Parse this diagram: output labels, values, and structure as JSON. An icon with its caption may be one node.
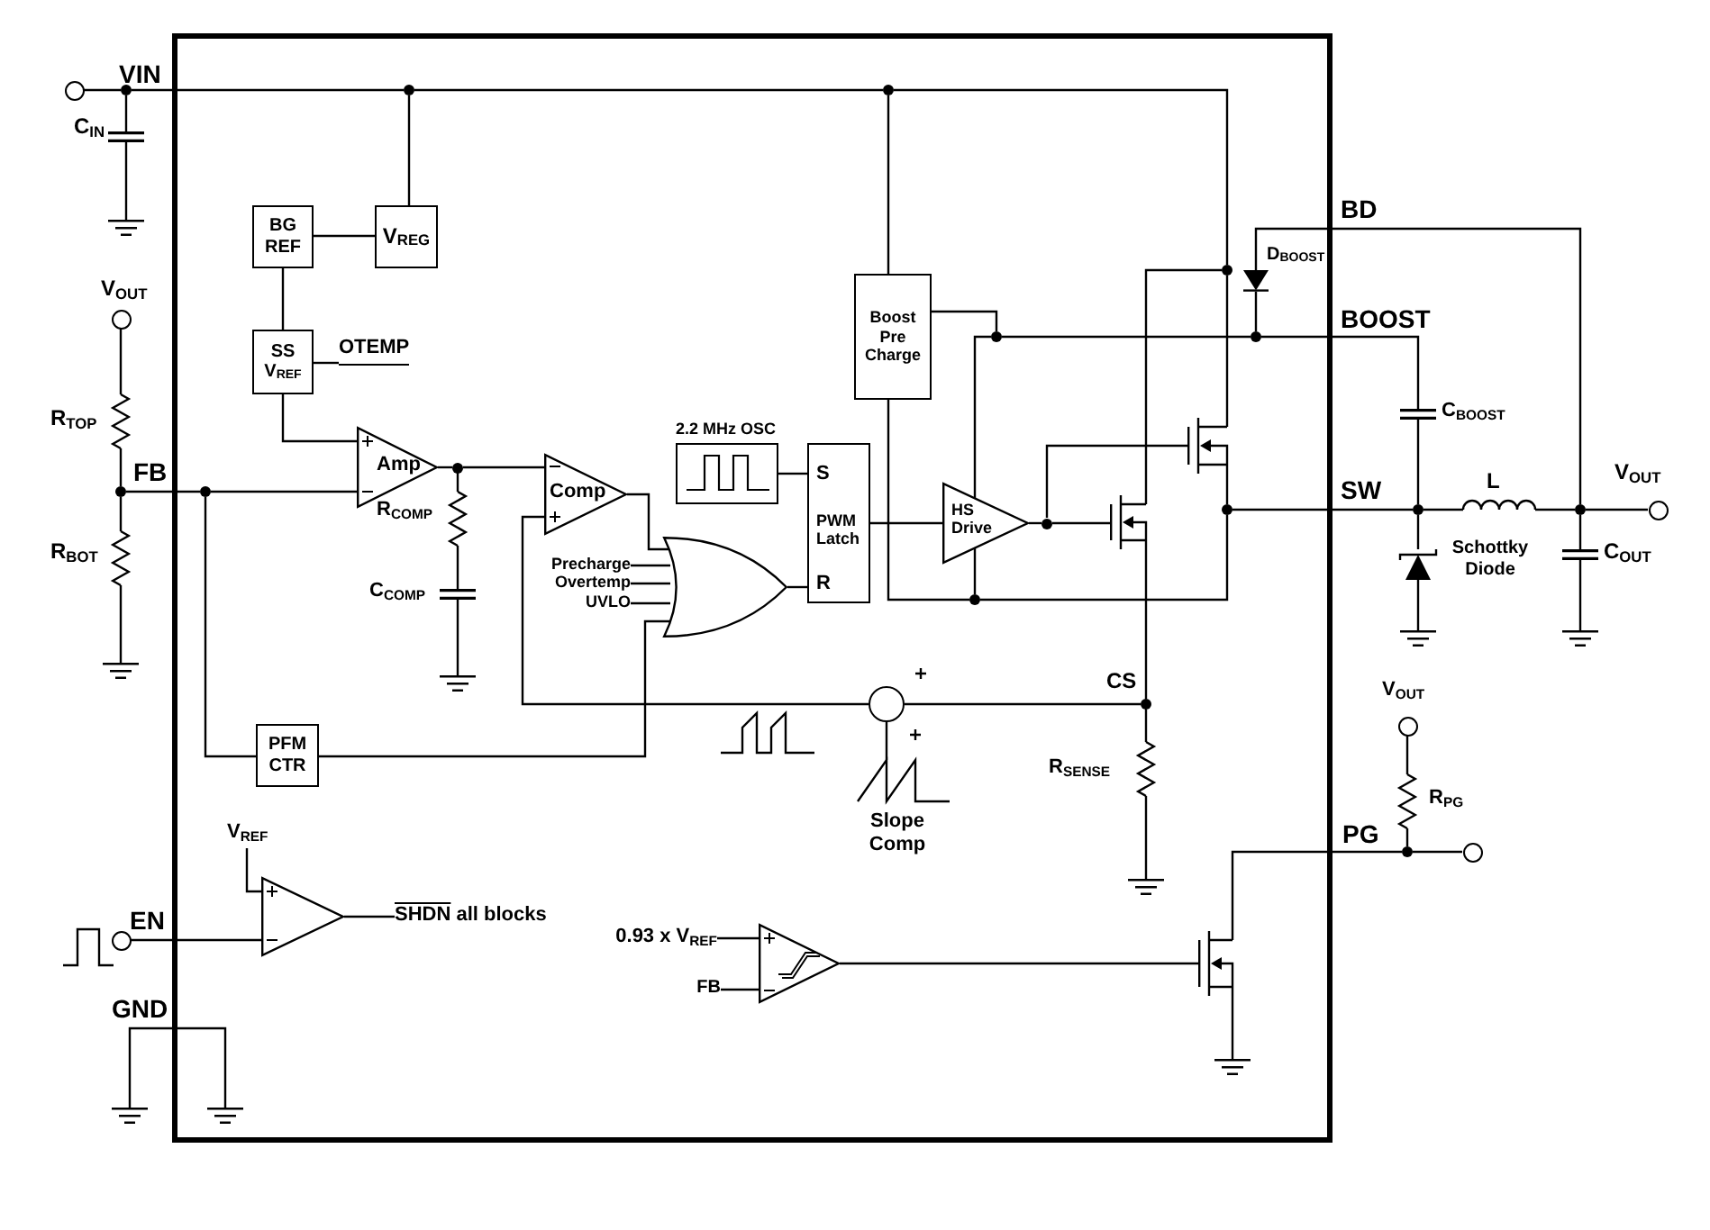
{
  "diagram": {
    "nodes": [
      {
        "text": [
          "BG REF"
        ]
      },
      {
        "text": [
          "V$_{REG}$"
        ]
      },
      {
        "text": [
          "Boost Pre Charge"
        ]
      },
      {
        "text": [
          "SS V$_{REF}$"
        ]
      },
      {
        "text": [
          "OTEMP"
        ]
      },
      {
        "text": [
          "Amp"
        ]
      },
      {
        "text": [
          "2.2 MHz OSC"
        ]
      },
      {
        "text": [
          "S",
          "PWM Latch",
          "R"
        ]
      },
      {
        "text": [
          "Comp"
        ]
      },
      {
        "text": [
          "HS Drive"
        ]
      },
      {
        "text": [
          "Precharge"
        ]
      },
      {
        "text": [
          "Overtemp"
        ]
      },
      {
        "text": [
          "UVLO"
        ]
      },
      {
        "text": [],
        "shape": "gate"
      },
      {
        "text": [],
        "shape": "circle"
      },
      {
        "text": [
          "PFM CTR"
        ]
      },
      {
        "text": [
          "V$_{REF}$"
        ]
      },
      {
        "text": [],
        "shape": "triangle"
      },
      {
        "text": [
          "SHDN all blocks"
        ]
      },
      {
        "text": [
          "0.93 x V$_{REF}$"
        ]
      },
      {
        "text": [
          "FB"
        ]
      },
      {
        "text": [],
        "shape": "triangle"
      },
      {
        "text": [],
        "shape": "circle"
      },
      {
        "text": [],
        "shape": "capacitor"
      },
      {
        "text": [],
        "shape": "ground"
      },
      {
        "text": [],
        "shape": "circle"
      },
      {
        "text": [],
        "shape": "resistor"
      },
      {
        "text": [],
        "shape": "resistor"
      },
      {
        "text": [],
        "shape": "ground"
      },
      {
        "text": [],
        "shape": "resistor"
      },
      {
        "text": [],
        "shape": "capacitor"
      },
      {
        "text": [],
        "shape": "ground"
      },
      {
        "text": [],
        "shape": "transistor"
      },
      {
        "text": [],
        "shape": "transistor"
      },
      {
        "text": [],
        "shape": "diode"
      },
      {
        "text": [],
        "shape": "capacitor"
      },
      {
        "text": [],
        "shape": "inductor"
      },
      {
        "text": [],
        "shape": "diode"
      },
      {
        "text": [],
        "shape": "ground"
      },
      {
        "text": [],
        "shape": "capacitor"
      },
      {
        "text": [],
        "shape": "ground"
      },
      {
        "text": [],
        "shape": "circle"
      },
      {
        "text": [],
        "shape": "picture"
      },
      {
        "text": [],
        "shape": "resistor"
      },
      {
        "text": [],
        "shape": "ground"
      },
      {
        "text": [],
        "shape": "circle"
      },
      {
        "text": [],
        "shape": "resistor"
      },
      {
        "text": [],
        "shape": "circle"
      },
      {
        "text": [],
        "shape": "transistor"
      },
      {
        "text": [],
        "shape": "ground"
      },
      {
        "text": [],
        "shape": "circle"
      },
      {
        "text": [],
        "shape": "ground"
      },
      {
        "text": [],
        "shape": "ground"
      },
      {
        "text": [],
        "shape": "dot"
      },
      {
        "text": [],
        "shape": "dot"
      },
      {
        "text": [],
        "shape": "dot"
      },
      {
        "text": [],
        "shape": "dot"
      },
      {
        "text": [],
        "shape": "dot"
      },
      {
        "text": [],
        "shape": "dot"
      },
      {
        "text": [],
        "shape": "dot"
      },
      {
        "text": [],
        "shape": "dot"
      },
      {
        "text": [],
        "shape": "dot"
      },
      {
        "text": [],
        "shape": "dot"
      },
      {
        "text": [],
        "shape": "dot"
      },
      {
        "text": [],
        "shape": "dot"
      },
      {
        "text": [],
        "shape": "dot"
      },
      {
        "text": [],
        "shape": "dot"
      },
      {
        "text": [],
        "shape": "dot"
      },
      {
        "text": [],
        "shape": "dot"
      }
    ],
    "edges": [
      {
        "from": 0,
        "to": 1,
        "arrow": "none"
      },
      {
        "from": 0,
        "to": 3,
        "arrow": "none"
      },
      {
        "from": 3,
        "to": 5,
        "arrow": "none"
      },
      {
        "from": 3,
        "to": 4,
        "arrow": "none"
      },
      {
        "from": 22,
        "to": 53,
        "arrow": "none"
      },
      {
        "from": 53,
        "to": 23,
        "arrow": "none"
      },
      {
        "from": 23,
        "to": 24,
        "arrow": "none"
      },
      {
        "from": 53,
        "to": 54,
        "arrow": "none"
      },
      {
        "from": 54,
        "to": 1,
        "arrow": "none"
      },
      {
        "from": 54,
        "to": 55,
        "arrow": "none"
      },
      {
        "from": 55,
        "to": 2,
        "arrow": "none"
      },
      {
        "from": 55,
        "to": 61,
        "arrow": "none"
      },
      {
        "from": 61,
        "to": 32,
        "arrow": "none"
      },
      {
        "from": 33,
        "to": 61,
        "arrow": "none"
      },
      {
        "from": 25,
        "to": 26,
        "arrow": "none"
      },
      {
        "from": 26,
        "to": 56,
        "arrow": "none"
      },
      {
        "from": 56,
        "to": 27,
        "arrow": "none"
      },
      {
        "from": 27,
        "to": 28,
        "arrow": "none"
      },
      {
        "from": 56,
        "to": 57,
        "arrow": "none"
      },
      {
        "from": 57,
        "to": 5,
        "arrow": "none"
      },
      {
        "from": 57,
        "to": 15,
        "arrow": "none"
      },
      {
        "from": 5,
        "to": 58,
        "arrow": "none"
      },
      {
        "from": 58,
        "to": 8,
        "arrow": "none"
      },
      {
        "from": 58,
        "to": 29,
        "arrow": "none"
      },
      {
        "from": 29,
        "to": 30,
        "arrow": "none"
      },
      {
        "from": 30,
        "to": 31,
        "arrow": "none"
      },
      {
        "from": 8,
        "to": 13,
        "arrow": "none"
      },
      {
        "from": 10,
        "to": 13,
        "arrow": "none"
      },
      {
        "from": 11,
        "to": 13,
        "arrow": "none"
      },
      {
        "from": 12,
        "to": 13,
        "arrow": "none"
      },
      {
        "from": 15,
        "to": 13,
        "arrow": "none"
      },
      {
        "from": 6,
        "to": 7,
        "arrow": "none"
      },
      {
        "from": 13,
        "to": 7,
        "arrow": "none"
      },
      {
        "from": 7,
        "to": 9,
        "arrow": "none"
      },
      {
        "from": 2,
        "to": 59,
        "arrow": "none"
      },
      {
        "from": 59,
        "to": 9,
        "arrow": "none"
      },
      {
        "from": 9,
        "to": 62,
        "arrow": "none"
      },
      {
        "from": 62,
        "to": 33,
        "arrow": "none"
      },
      {
        "from": 62,
        "to": 32,
        "arrow": "none"
      },
      {
        "from": 32,
        "to": 63,
        "arrow": "none"
      },
      {
        "from": 63,
        "to": 64,
        "arrow": "none"
      },
      {
        "from": 64,
        "to": 2,
        "arrow": "none"
      },
      {
        "from": 64,
        "to": 9,
        "arrow": "none"
      },
      {
        "from": 63,
        "to": 65,
        "arrow": "none"
      },
      {
        "from": 65,
        "to": 36,
        "arrow": "none"
      },
      {
        "from": 36,
        "to": 66,
        "arrow": "none"
      },
      {
        "from": 66,
        "to": 41,
        "arrow": "none"
      },
      {
        "from": 65,
        "to": 35,
        "arrow": "none"
      },
      {
        "from": 35,
        "to": 60,
        "arrow": "none"
      },
      {
        "from": 60,
        "to": 59,
        "arrow": "none"
      },
      {
        "from": 60,
        "to": 34,
        "arrow": "none"
      },
      {
        "from": 34,
        "to": 66,
        "arrow": "none"
      },
      {
        "from": 65,
        "to": 37,
        "arrow": "none"
      },
      {
        "from": 37,
        "to": 38,
        "arrow": "none"
      },
      {
        "from": 66,
        "to": 39,
        "arrow": "none"
      },
      {
        "from": 39,
        "to": 40,
        "arrow": "none"
      },
      {
        "from": 33,
        "to": 67,
        "arrow": "none"
      },
      {
        "from": 67,
        "to": 14,
        "arrow": "none"
      },
      {
        "from": 42,
        "to": 14,
        "arrow": "none"
      },
      {
        "from": 14,
        "to": 8,
        "arrow": "none"
      },
      {
        "from": 67,
        "to": 43,
        "arrow": "none"
      },
      {
        "from": 43,
        "to": 44,
        "arrow": "none"
      },
      {
        "from": 45,
        "to": 46,
        "arrow": "none"
      },
      {
        "from": 46,
        "to": 68,
        "arrow": "none"
      },
      {
        "from": 68,
        "to": 47,
        "arrow": "none"
      },
      {
        "from": 68,
        "to": 48,
        "arrow": "none"
      },
      {
        "from": 48,
        "to": 49,
        "arrow": "none"
      },
      {
        "from": 21,
        "to": 48,
        "arrow": "none"
      },
      {
        "from": 19,
        "to": 21,
        "arrow": "none"
      },
      {
        "from": 20,
        "to": 21,
        "arrow": "none"
      },
      {
        "from": 16,
        "to": 17,
        "arrow": "none"
      },
      {
        "from": 50,
        "to": 17,
        "arrow": "none"
      },
      {
        "from": 17,
        "to": 18,
        "arrow": "none"
      },
      {
        "from": 51,
        "to": 52,
        "arrow": "none"
      }
    ],
    "labels": [
      "VIN",
      "C$_{IN}$",
      "BD",
      "D$_{BOOST}$",
      "V$_{OUT}$",
      "BOOST",
      "C$_{BOOST}$",
      "R$_{TOP}$",
      "FB",
      "V$_{OUT}$",
      "L",
      "SW",
      "R$_{COMP}$",
      "R$_{BOT}$",
      "Schottky Diode",
      "C$_{OUT}$",
      "C$_{COMP}$",
      "CS",
      "V$_{OUT}$",
      "R$_{SENSE}$",
      "R$_{PG}$",
      "Slope Comp",
      "PG",
      "EN",
      "GND"
    ]
  }
}
